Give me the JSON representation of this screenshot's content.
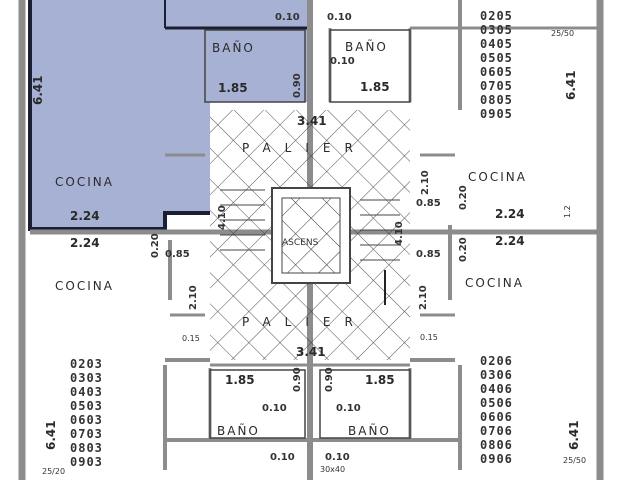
{
  "colors": {
    "highlight": "#a7b1d4",
    "highlight_border": "#1a1f33",
    "wall": "#8c8c8c",
    "line": "#444444"
  },
  "rooms": {
    "cocina": "COCINA",
    "bano": "BAÑO",
    "palier": "PALIER",
    "ascensor": "ASCENS"
  },
  "dims": {
    "d010": "0.10",
    "d185": "1.85",
    "d090": "0.90",
    "d341": "3.41",
    "d641": "6.41",
    "d224": "2.24",
    "d210": "2.10",
    "d020": "0.20",
    "d085": "0.85",
    "d015": "0.15",
    "d410": "4.10",
    "d2520": "25/20",
    "d2550": "25/50",
    "d3040": "30x40",
    "d12": "1.2"
  },
  "units": {
    "top_right": [
      "0205",
      "0305",
      "0405",
      "0505",
      "0605",
      "0705",
      "0805",
      "0905"
    ],
    "bottom_left": [
      "0203",
      "0303",
      "0403",
      "0503",
      "0603",
      "0703",
      "0803",
      "0903"
    ],
    "bottom_right": [
      "0206",
      "0306",
      "0406",
      "0506",
      "0606",
      "0706",
      "0806",
      "0906"
    ]
  }
}
